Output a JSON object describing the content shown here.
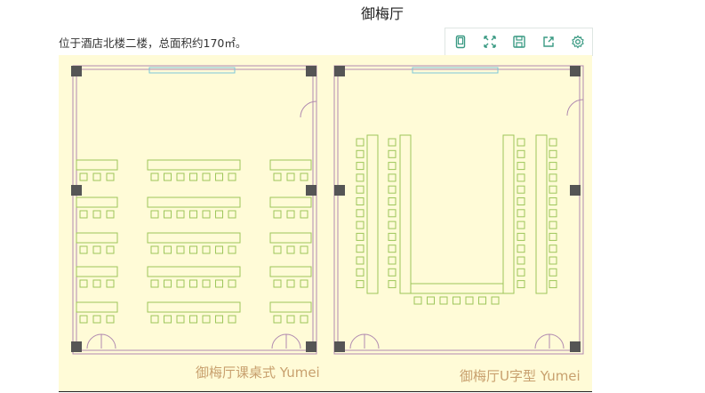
{
  "page": {
    "title": "御梅厅",
    "description": "位于酒店北楼二楼，总面积约170㎡。"
  },
  "toolbar": [
    {
      "icon": "phone-icon"
    },
    {
      "icon": "fullscreen-icon"
    },
    {
      "icon": "save-icon"
    },
    {
      "icon": "share-icon"
    },
    {
      "icon": "gear-icon"
    }
  ],
  "plans": {
    "left_caption": "御梅厅课桌式 Yumei",
    "right_caption": "御梅厅U字型 Yumei"
  },
  "colors": {
    "accent": "#3a9a83",
    "wall": "#b08ab0",
    "furniture": "#9cc65a",
    "pillar": "#555555",
    "window": "#7cc7d8",
    "background": "#fffbd7",
    "caption": "#c8a06e"
  }
}
